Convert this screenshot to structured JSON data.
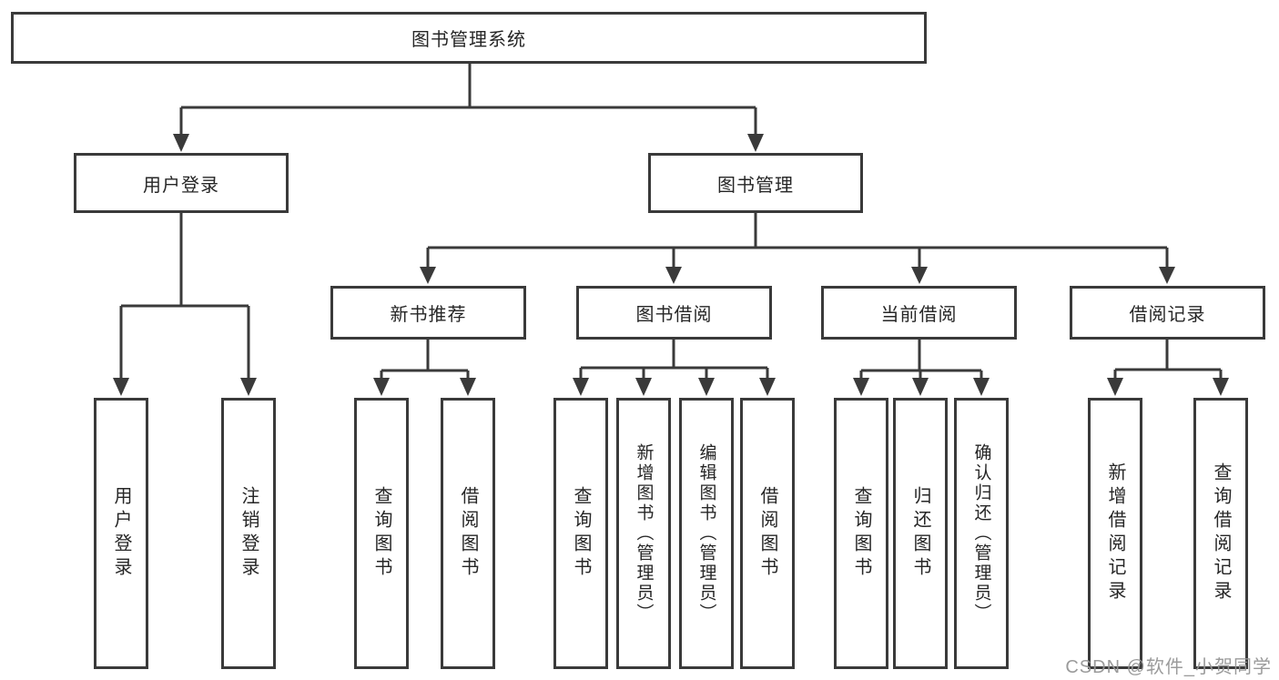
{
  "colors": {
    "line": "#3a3a3a",
    "box_border": "#3a3a3a",
    "text": "#262626",
    "background": "#ffffff",
    "watermark": "#969696"
  },
  "watermark": "CSDN @软件_小贺同学",
  "tree": {
    "root": {
      "label": "图书管理系统",
      "children": [
        {
          "label": "用户登录",
          "children": [
            {
              "label": "用户登录"
            },
            {
              "label": "注销登录"
            }
          ]
        },
        {
          "label": "图书管理",
          "children": [
            {
              "label": "新书推荐",
              "children": [
                {
                  "label": "查询图书"
                },
                {
                  "label": "借阅图书"
                }
              ]
            },
            {
              "label": "图书借阅",
              "children": [
                {
                  "label": "查询图书"
                },
                {
                  "label": "新增图书（管理员）"
                },
                {
                  "label": "编辑图书（管理员）"
                },
                {
                  "label": "借阅图书"
                }
              ]
            },
            {
              "label": "当前借阅",
              "children": [
                {
                  "label": "查询图书"
                },
                {
                  "label": "归还图书"
                },
                {
                  "label": "确认归还（管理员）"
                }
              ]
            },
            {
              "label": "借阅记录",
              "children": [
                {
                  "label": "新增借阅记录"
                },
                {
                  "label": "查询借阅记录"
                }
              ]
            }
          ]
        }
      ]
    }
  }
}
